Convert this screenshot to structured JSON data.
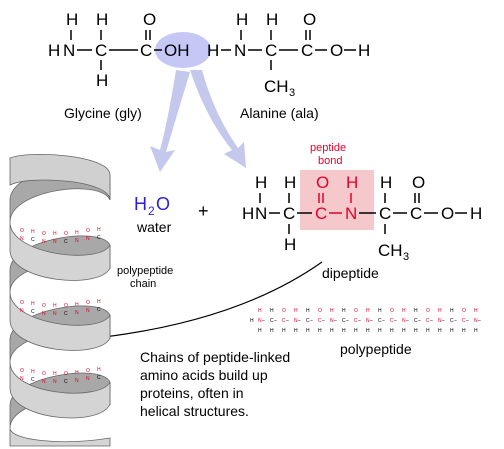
{
  "molecules": {
    "glycine_label": "Glycine (gly)",
    "alanine_label": "Alanine (ala)",
    "water_formula": "H",
    "water_subscript": "2",
    "water_o": "O",
    "water_label": "water",
    "plus": "+",
    "peptide_bond_label_1": "peptide",
    "peptide_bond_label_2": "bond",
    "dipeptide_label": "dipeptide",
    "polypeptide_label": "polypeptide",
    "polypeptide_chain_label_1": "polypeptide",
    "polypeptide_chain_label_2": "chain"
  },
  "caption": {
    "line1": "Chains of peptide-linked",
    "line2": "amino acids build up",
    "line3": "proteins, often in",
    "line4": "helical structures."
  },
  "atoms": {
    "H": "H",
    "N": "N",
    "C": "C",
    "O": "O",
    "OH": "OH",
    "CH": "CH",
    "three": "3",
    "dash": "–"
  },
  "colors": {
    "highlight_ellipse": "#c5c8f5",
    "peptide_box": "#f5c8cc",
    "arrow": "#c3c8ec",
    "red_atom": "#e8002a",
    "water_blue": "#2a1fd6",
    "ribbon": "#c8c8c8"
  }
}
